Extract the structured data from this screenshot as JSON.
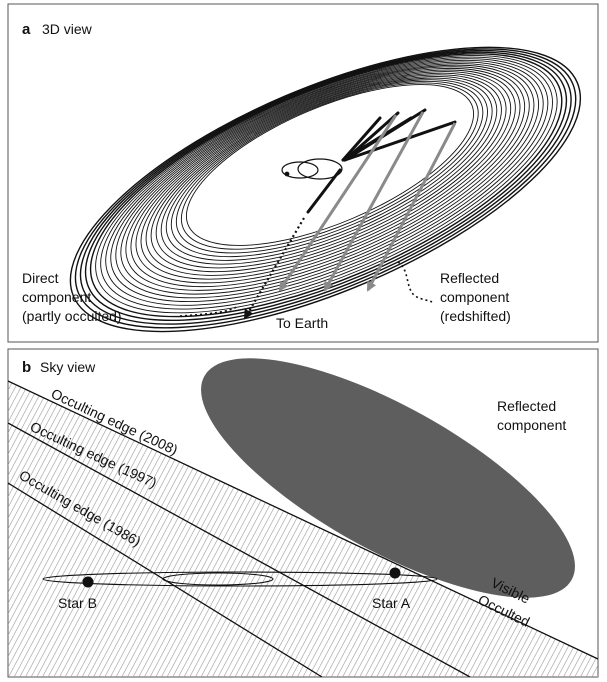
{
  "panel_a": {
    "letter": "a",
    "title": "3D view",
    "direct_label": [
      "Direct",
      "component",
      "(partly occulted)"
    ],
    "to_earth": "To Earth",
    "reflected_label": [
      "Reflected",
      "component",
      "(redshifted)"
    ]
  },
  "panel_b": {
    "letter": "b",
    "title": "Sky view",
    "reflected_label": [
      "Reflected",
      "component"
    ],
    "edges": [
      "Occulting edge (2008)",
      "Occulting edge (1997)",
      "Occulting edge (1986)"
    ],
    "star_a": "Star A",
    "star_b": "Star B",
    "visible": "Visible",
    "occulted": "Occulted"
  },
  "colors": {
    "frame": "#555555",
    "disk_lines": "#111111",
    "arrow_grey": "#8a8a8a",
    "reflected_blob": "#5e5e5e",
    "hatch": "#9a9a9a"
  }
}
